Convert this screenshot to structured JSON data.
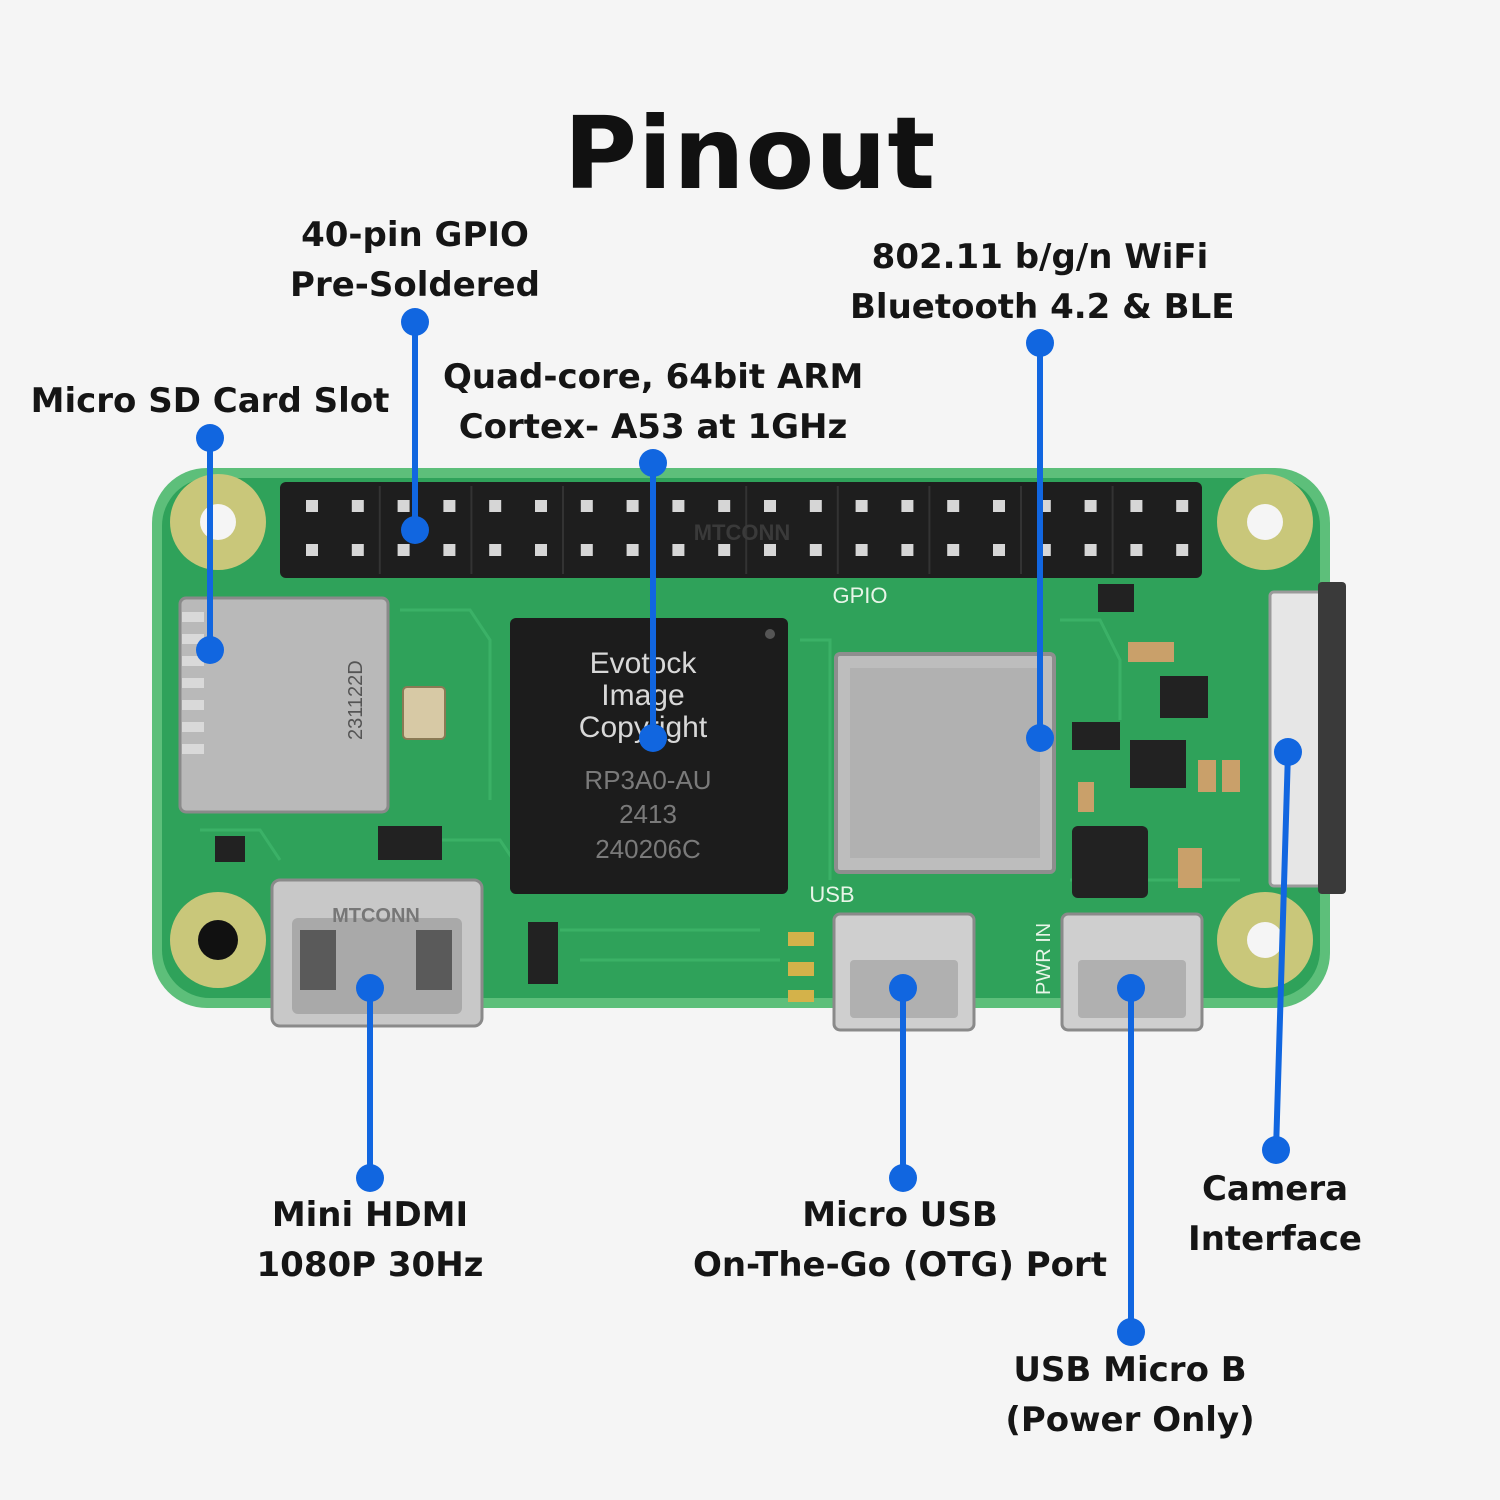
{
  "title": "Pinout",
  "labels": {
    "gpio": [
      "40-pin GPIO",
      "Pre-Soldered"
    ],
    "sd": [
      "Micro SD Card Slot"
    ],
    "cpu": [
      "Quad-core, 64bit ARM",
      "Cortex- A53 at 1GHz"
    ],
    "wifi": [
      "802.11 b/g/n WiFi",
      "Bluetooth 4.2 & BLE"
    ],
    "hdmi": [
      "Mini HDMI",
      "1080P 30Hz"
    ],
    "usb": [
      "Micro USB",
      "On-The-Go (OTG) Port"
    ],
    "camera": [
      "Camera",
      "Interface"
    ],
    "power": [
      "USB Micro B",
      "(Power Only)"
    ]
  },
  "board_marks": {
    "watermark": [
      "Evotock",
      "Image",
      "Copyright"
    ],
    "chip_text": [
      "RP3A0-AU",
      "2413",
      "240206C"
    ],
    "header_brand": "MTCONN",
    "hdmi_brand": "MTCONN",
    "gpio_silk": "GPIO",
    "usb_silk": "USB",
    "pwr_silk": "PWR IN",
    "sd_code": "231122D"
  },
  "colors": {
    "callout": "#1166e0",
    "pcb": "#2fa25a",
    "pcb_edge": "#5dbf7a",
    "pad": "#c9c77a"
  }
}
